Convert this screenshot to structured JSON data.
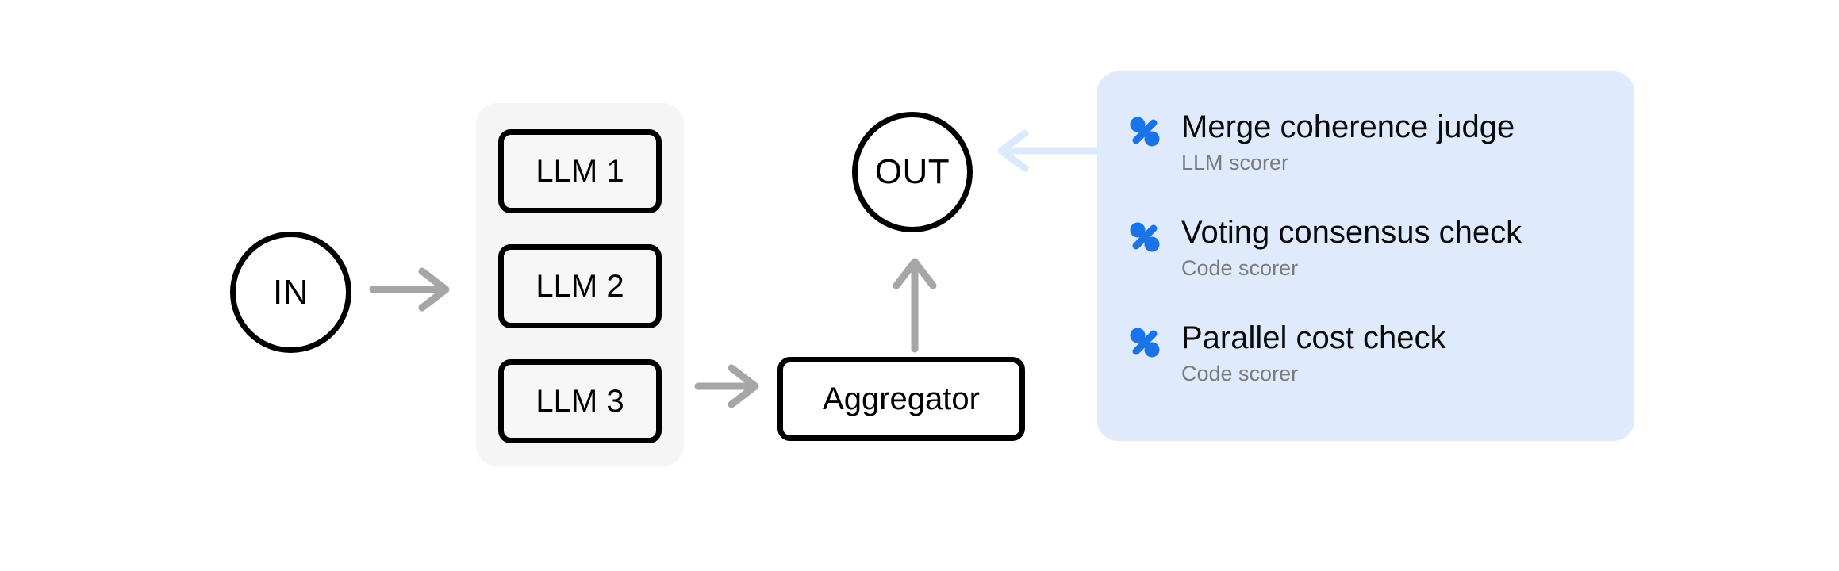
{
  "diagram": {
    "input_node": {
      "label": "IN",
      "shape": "circle"
    },
    "output_node": {
      "label": "OUT",
      "shape": "circle"
    },
    "parallel_group": {
      "boxes": [
        {
          "label": "LLM 1"
        },
        {
          "label": "LLM 2"
        },
        {
          "label": "LLM 3"
        }
      ]
    },
    "aggregator_node": {
      "label": "Aggregator",
      "shape": "rounded-rect"
    },
    "edges": [
      {
        "name": "in-to-llm",
        "direction": "right",
        "color": "#a6a6a6"
      },
      {
        "name": "llm3-to-aggregator",
        "direction": "right",
        "color": "#a6a6a6"
      },
      {
        "name": "aggregator-to-out",
        "direction": "up",
        "color": "#a6a6a6"
      },
      {
        "name": "panel-to-out",
        "direction": "left",
        "color": "#dbe9fd"
      }
    ]
  },
  "scorer_panel": {
    "background": "#dfeafc",
    "icon_color": "#1a73e8",
    "items": [
      {
        "title": "Merge coherence judge",
        "subtitle": "LLM scorer",
        "icon": "percent-scorer-icon"
      },
      {
        "title": "Voting consensus check",
        "subtitle": "Code scorer",
        "icon": "percent-scorer-icon"
      },
      {
        "title": "Parallel cost check",
        "subtitle": "Code scorer",
        "icon": "percent-scorer-icon"
      }
    ]
  },
  "colors": {
    "stroke": "#000000",
    "group_background": "#f5f5f5",
    "box_background": "#f7f7f7",
    "arrow_gray": "#a6a6a6",
    "arrow_blue": "#dbe9fd",
    "accent_blue": "#1a73e8",
    "muted_text": "#7b7b7b",
    "page_background": "#ffffff"
  }
}
